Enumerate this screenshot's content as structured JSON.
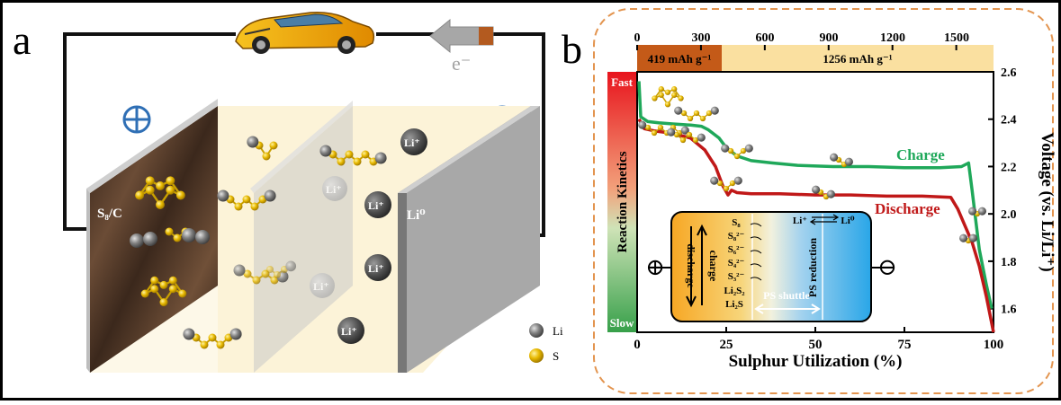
{
  "panel_a": {
    "label": "a",
    "electron_label": "e⁻",
    "plus_symbol": "⊕",
    "minus_symbol": "⊖",
    "cathode_label": "S₈/C",
    "anode_label": "Li⁰",
    "li_ion_label": "Li⁺",
    "legend": [
      {
        "label": "Li",
        "color": "#777777"
      },
      {
        "label": "S",
        "color": "#e7b800"
      }
    ],
    "colors": {
      "sulfur": "#e7b800",
      "lithium": "#7a7a7a",
      "cathode": "#4a3426",
      "electrolyte": "#fbf2d7",
      "anode": "#8f8f8f"
    }
  },
  "panel_b": {
    "label": "b",
    "capacity_bands": [
      {
        "label": "419 mAh g⁻¹",
        "color": "#c45a18"
      },
      {
        "label": "1256 mAh g⁻¹",
        "color": "#fae0a0"
      }
    ],
    "top_axis_ticks": [
      "0",
      "300",
      "600",
      "900",
      "1200",
      "1500"
    ],
    "kinetics": {
      "fast": "Fast",
      "slow": "Slow",
      "label": "Reaction Kinetics"
    },
    "schematic": {
      "species": [
        "S₈",
        "S₈²⁻",
        "S₆²⁻",
        "S₄²⁻",
        "S₃²⁻",
        "Li₂S₂",
        "Li₂S"
      ],
      "discharge": "discharge",
      "charge": "charge",
      "ps_reduction": "PS reduction",
      "ps_shuttle": "PS shuttle",
      "li_ion": "Li⁺",
      "li_metal": "Li⁰",
      "plus": "⊕",
      "minus": "⊖"
    }
  },
  "chart_data": {
    "type": "line",
    "xlabel": "Sulphur Utilization (%)",
    "ylabel": "Voltage (vs. Li/Li⁺)",
    "xlim": [
      0,
      100
    ],
    "ylim": [
      1.5,
      2.6
    ],
    "x_ticks": [
      0,
      25,
      50,
      75,
      100
    ],
    "y_ticks": [
      1.6,
      1.8,
      2.0,
      2.2,
      2.4,
      2.6
    ],
    "top_axis": {
      "label_ticks": [
        0,
        300,
        600,
        900,
        1200,
        1500
      ],
      "max": 1675
    },
    "series": [
      {
        "name": "Charge",
        "color": "#1fa85a",
        "x": [
          0.5,
          1,
          3,
          6,
          10,
          15,
          18,
          20,
          23,
          25,
          28,
          32,
          38,
          45,
          55,
          65,
          75,
          85,
          91,
          93,
          94,
          96,
          98,
          99.5
        ],
        "y": [
          2.56,
          2.41,
          2.39,
          2.385,
          2.38,
          2.375,
          2.37,
          2.355,
          2.32,
          2.28,
          2.245,
          2.225,
          2.215,
          2.205,
          2.2,
          2.2,
          2.195,
          2.195,
          2.2,
          2.215,
          2.1,
          1.85,
          1.7,
          1.6
        ]
      },
      {
        "name": "Discharge",
        "color": "#c01818",
        "x": [
          0.5,
          2,
          5,
          10,
          15,
          19,
          22,
          24,
          25.5,
          26.5,
          28,
          32,
          40,
          50,
          60,
          70,
          80,
          88,
          90,
          92,
          94,
          96,
          98,
          100
        ],
        "y": [
          2.4,
          2.36,
          2.35,
          2.34,
          2.32,
          2.27,
          2.2,
          2.12,
          2.08,
          2.1,
          2.09,
          2.085,
          2.085,
          2.08,
          2.08,
          2.075,
          2.075,
          2.07,
          2.02,
          1.95,
          1.88,
          1.78,
          1.65,
          1.5
        ]
      }
    ],
    "annotations": [
      "Charge",
      "Discharge"
    ]
  }
}
